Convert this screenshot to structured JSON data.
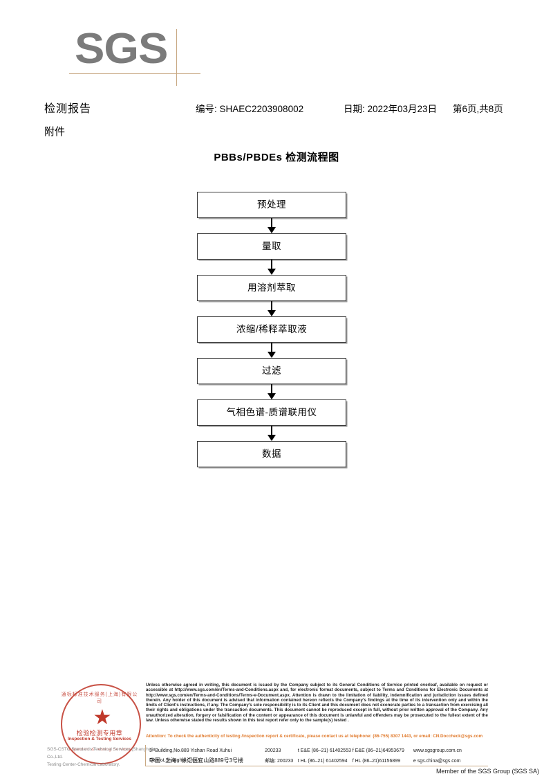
{
  "logo": {
    "text": "SGS",
    "accent_color": "#c8a882"
  },
  "header": {
    "title": "检测报告",
    "attachment_label": "附件",
    "report_no": "编号: SHAEC2203908002",
    "date": "日期: 2022年03月23日",
    "pagination": "第6页,共8页"
  },
  "flowchart": {
    "title": "PBBs/PBDEs 检测流程图",
    "steps": [
      {
        "label": "预处理"
      },
      {
        "label": "量取"
      },
      {
        "label": "用溶剂萃取"
      },
      {
        "label": "浓缩/稀释萃取液"
      },
      {
        "label": "过滤"
      },
      {
        "label": "气相色谱-质谱联用仪"
      },
      {
        "label": "数据"
      }
    ]
  },
  "stamp": {
    "arc_top": "通标标准技术服务(上海)有限公司",
    "arc_bottom": "Inspection & Testing Services",
    "star": "★",
    "cn_label": "检验检测专用章",
    "en_label": "Inspection & Testing Services",
    "color": "#c0392b"
  },
  "company_note": {
    "line1": "SGS-CSTC Standards Technical Services (Shanghai) Co.,Ltd.",
    "line2": "Testing Center-Chemical Laboratory."
  },
  "footer": {
    "legal": "Unless otherwise agreed in writing, this document is issued by the Company subject to its General Conditions of Service printed overleaf, available on request or accessible at http://www.sgs.com/en/Terms-and-Conditions.aspx and, for electronic format documents, subject to Terms and Conditions for Electronic Documents at http://www.sgs.com/en/Terms-and-Conditions/Terms-e-Document.aspx. Attention is drawn to the limitation of liability, indemnification and jurisdiction issues defined therein. Any holder of this document is advised that information contained hereon reflects the Company's findings at the time of its intervention only and within the limits of Client's instructions, if any. The Company's sole responsibility is to its Client and this document does not exonerate parties to a transaction from exercising all their rights and obligations under the transaction documents. This document cannot be reproduced except in full, without prior written approval of the Company. Any unauthorized alteration, forgery or falsification of the content or appearance of this document is unlawful and offenders may be prosecuted to the fullest extent of the law. Unless otherwise stated the results shown in this test report refer only to the sample(s) tested .",
    "attention": "Attention: To check the authenticity of testing /inspection report & certificate, please contact us at telephone: (86-755) 8307 1443, or email: CN.Doccheck@sgs.com",
    "attention_color": "#e0792b",
    "address_en": "3ʳᵈBuilding,No.889 Yishan Road Xuhui District,Shanghai China",
    "address_cn": "中国 · 上海 · 徐汇区宜山路889号3号楼",
    "zip_en": "200233",
    "zip_cn_label": "邮编: 200233",
    "tel_ee": "t E&E (86–21) 61402553",
    "fax_ee": "f E&E (86–21)64953679",
    "web": "www.sgsgroup.com.cn",
    "tel_hl": "t HL (86–21) 61402594",
    "fax_hl": "f HL (86–21)61156899",
    "email": "e  sgs.china@sgs.com",
    "member": "Member of the SGS Group (SGS SA)"
  }
}
